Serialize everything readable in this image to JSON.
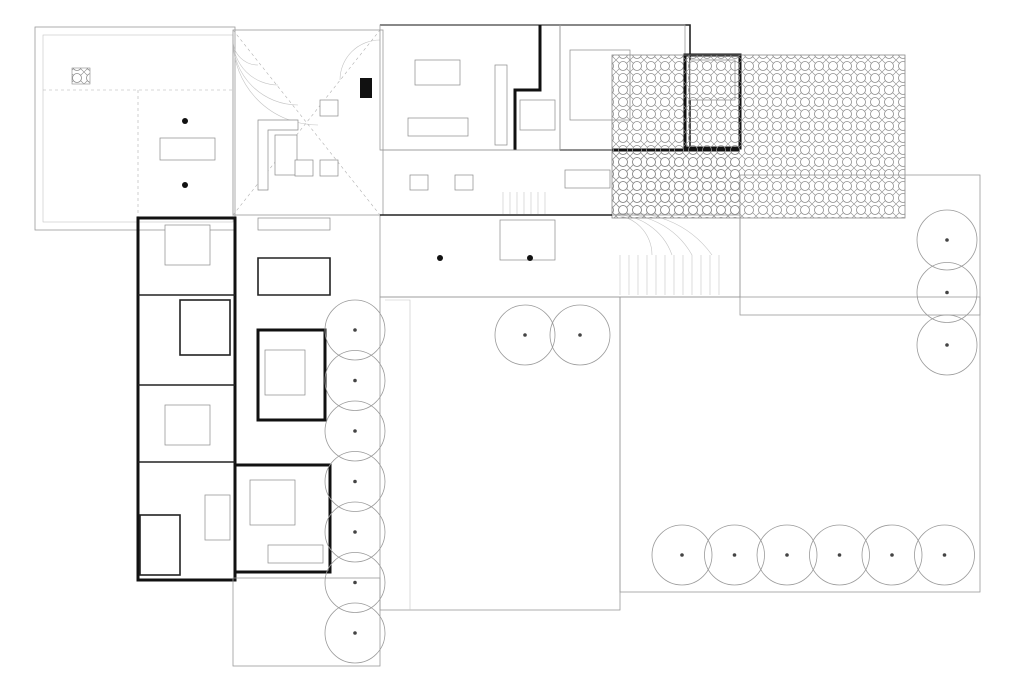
{
  "colors": {
    "background": "#ffffff",
    "wall": "#111111",
    "line": "#9a9a9a",
    "paving": "#f4f4f4",
    "hatch": "#8c8c8c"
  },
  "trees": {
    "west_column": 7,
    "courtyard_pair": 2,
    "south_row": 6,
    "east_column": 3
  }
}
